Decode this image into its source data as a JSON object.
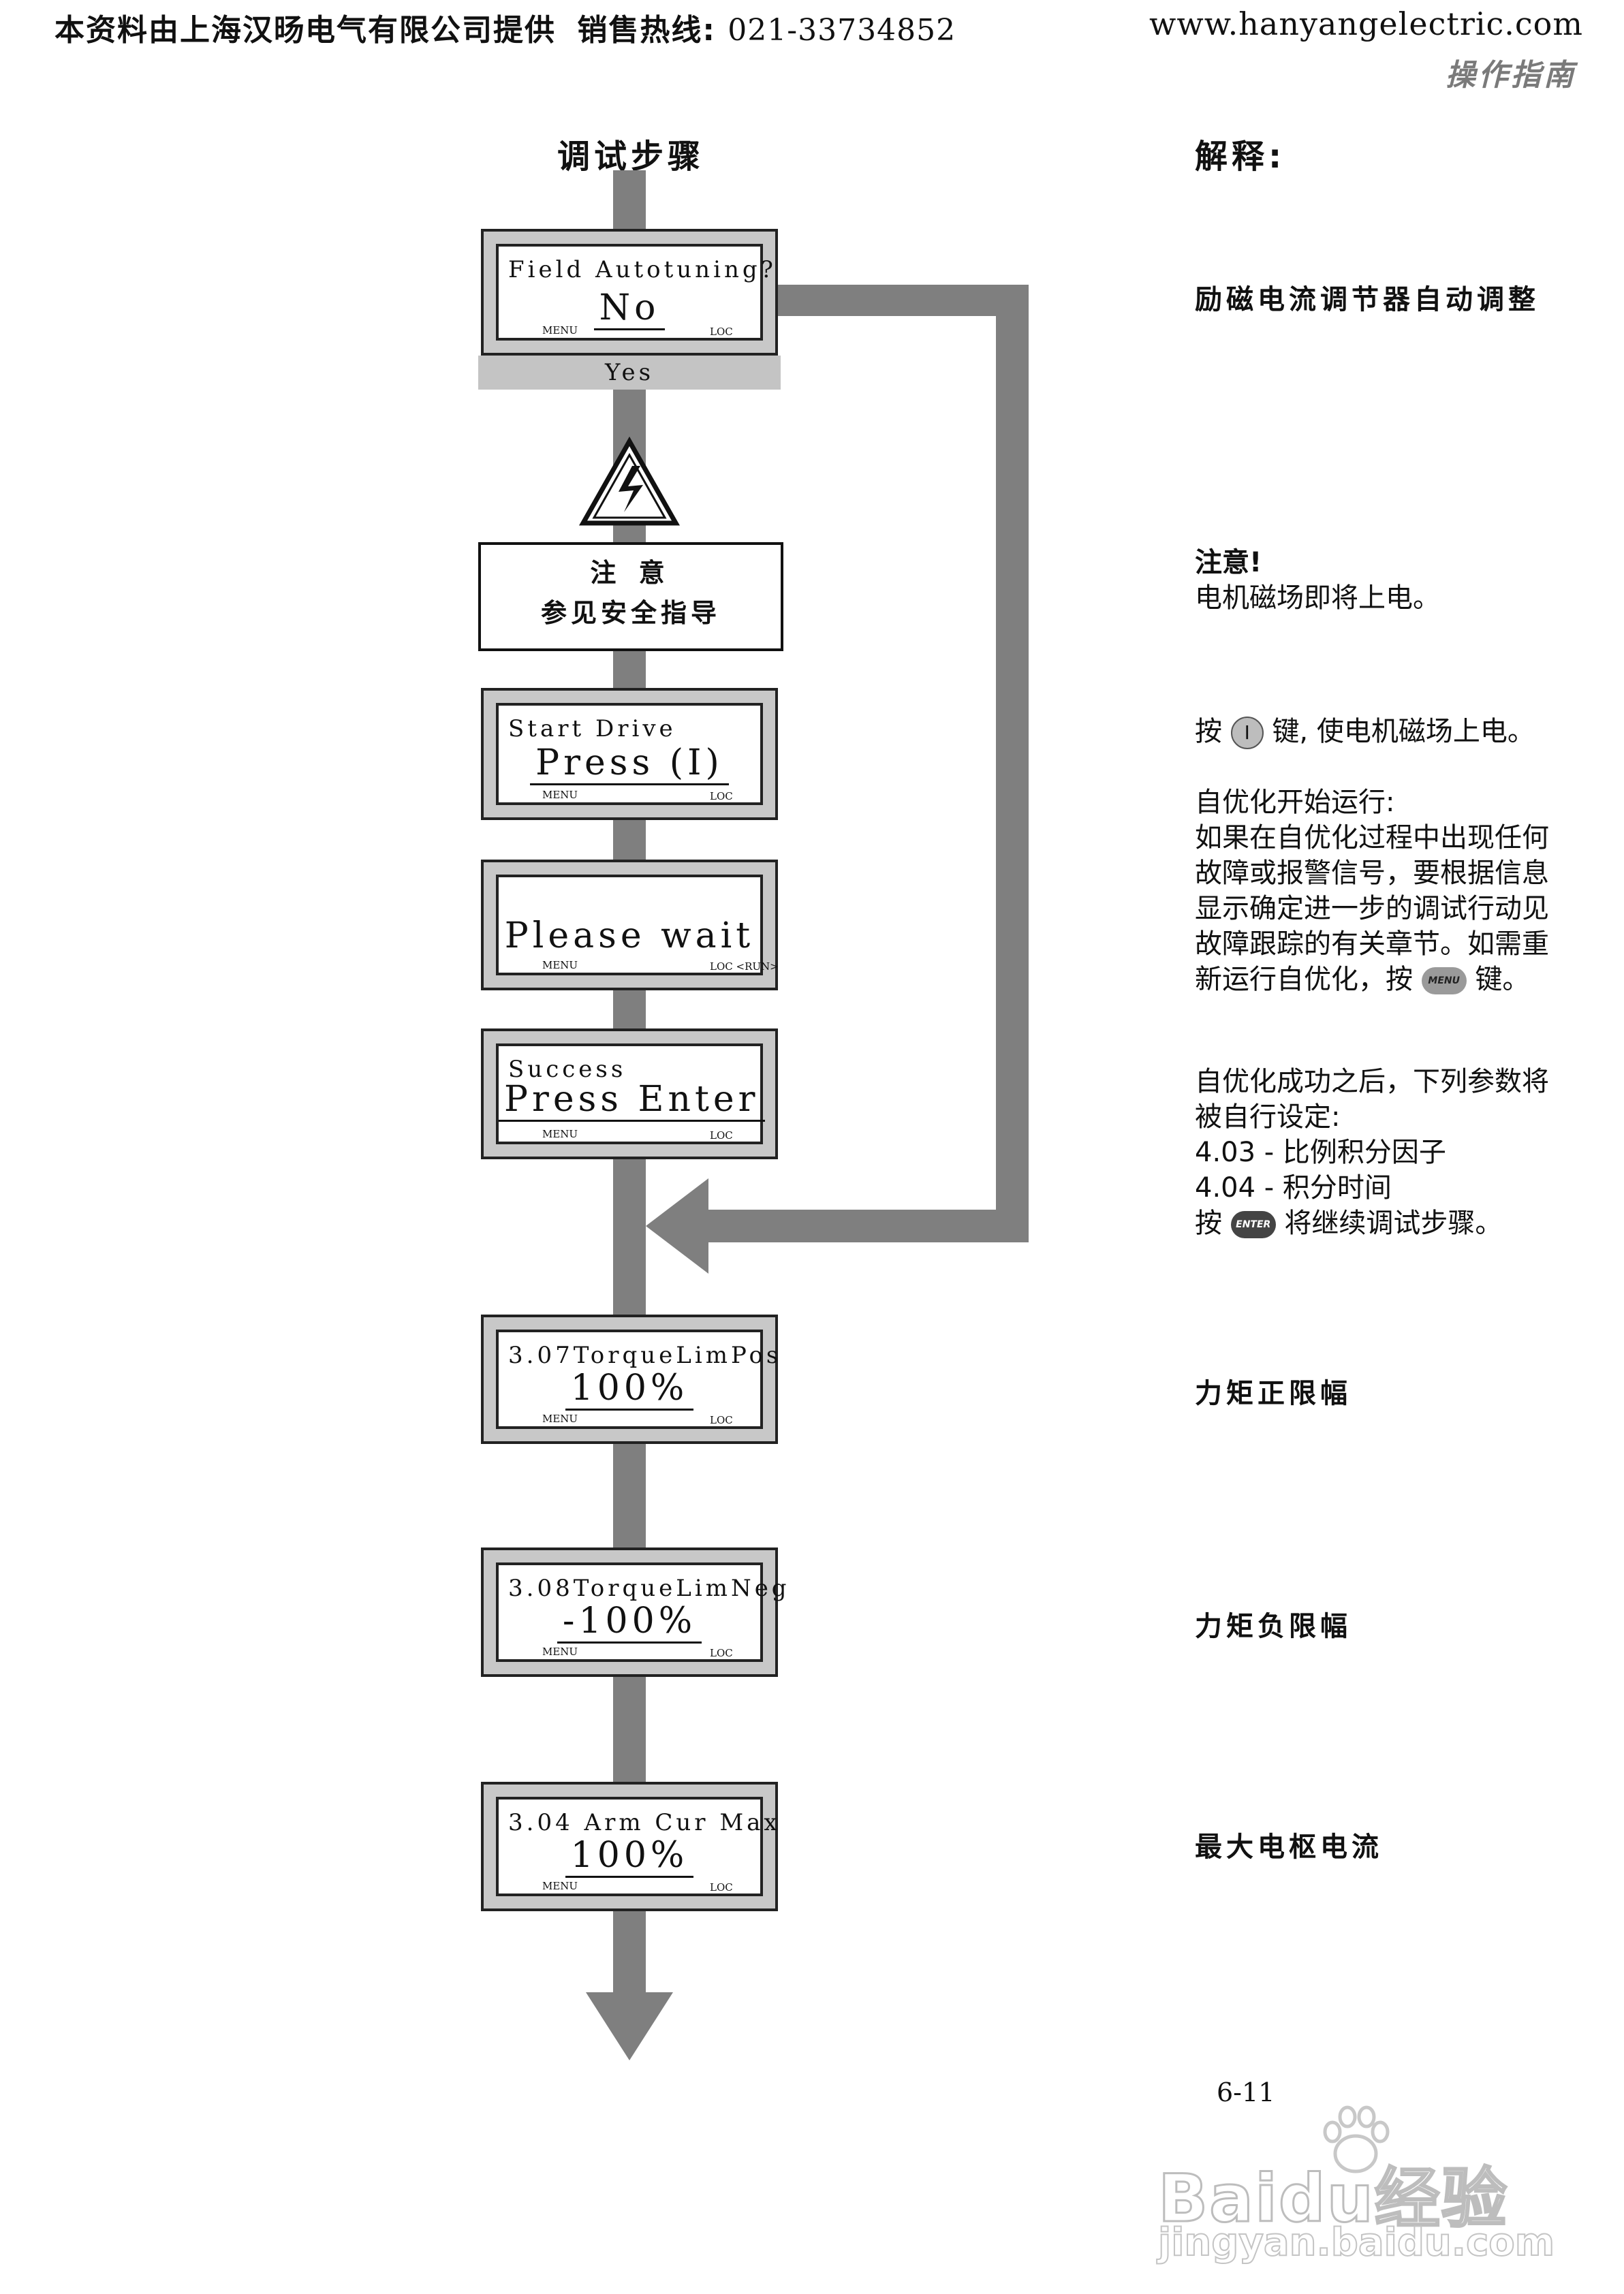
{
  "header": {
    "company_text": "本资料由上海汉旸电气有限公司提供",
    "hotline_text": "销售热线:",
    "hotline_number": "021-33734852",
    "website": "www.hanyangelectric.com",
    "section": "操作指南"
  },
  "columns": {
    "left_title": "调试步骤",
    "right_title": "解释:"
  },
  "steps": {
    "field_autotuning": {
      "line1": "Field Autotuning?",
      "line2": "No",
      "menu": "MENU",
      "loc": "LOC"
    },
    "yes_branch": "Yes",
    "caution_box": {
      "line1": "注 意",
      "line2": "参见安全指导"
    },
    "start_drive": {
      "line1": "Start Drive",
      "line2": "Press (I)",
      "menu": "MENU",
      "loc": "LOC"
    },
    "please_wait": {
      "line2": "Please wait",
      "menu": "MENU",
      "loc": "LOC <RUN>"
    },
    "success": {
      "line1": "Success",
      "line2": "Press Enter",
      "menu": "MENU",
      "loc": "LOC"
    },
    "torque_pos": {
      "line1": "3.07TorqueLimPos",
      "line2": "100%",
      "menu": "MENU",
      "loc": "LOC"
    },
    "torque_neg": {
      "line1": "3.08TorqueLimNeg",
      "line2": "-100%",
      "menu": "MENU",
      "loc": "LOC"
    },
    "arm_cur": {
      "line1": "3.04 Arm Cur Max",
      "line2": "100%",
      "menu": "MENU",
      "loc": "LOC"
    }
  },
  "explanations": {
    "autotune": "励磁电流调节器自动调整",
    "caution_title": "注意!",
    "caution_text": "电机磁场即将上电。",
    "press_prefix": "按",
    "press_suffix": "键, 使电机磁场上电。",
    "key_i": "I",
    "autotune_lines": [
      "自优化开始运行:",
      "如果在自优化过程中出现任何",
      "故障或报警信号，要根据信息",
      "显示确定进一步的调试行动见",
      "故障跟踪的有关章节。如需重"
    ],
    "rerun_prefix": "新运行自优化，按",
    "rerun_suffix": "键。",
    "key_menu": "MENU",
    "success_lines": [
      "自优化成功之后，下列参数将",
      "被自行设定:",
      "4.03 - 比例积分因子",
      "4.04 - 积分时间"
    ],
    "enter_prefix": "按",
    "enter_suffix": "将继续调试步骤。",
    "key_enter": "ENTER",
    "torque_pos": "力矩正限幅",
    "torque_neg": "力矩负限幅",
    "arm_cur": "最大电枢电流"
  },
  "page_number": "6-11",
  "watermark": {
    "brand": "Baidu经验",
    "url": "jingyan.baidu.com"
  }
}
